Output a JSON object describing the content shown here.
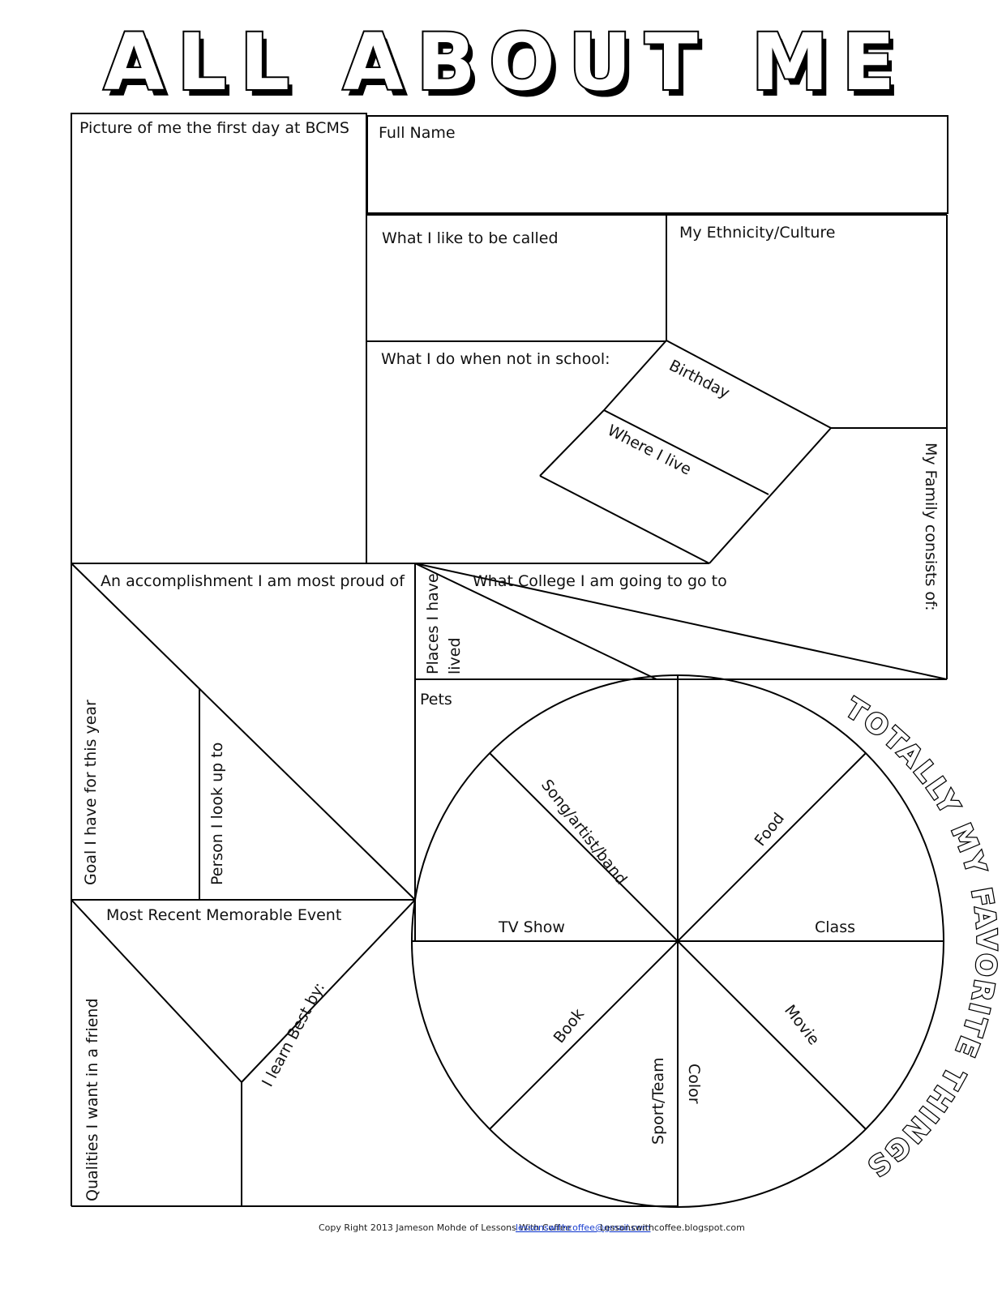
{
  "title": "ALL ABOUT ME",
  "sections": {
    "picture": "Picture of me the first day at BCMS",
    "full_name": "Full Name",
    "called": "What I like to be called",
    "ethnicity": "My Ethnicity/Culture",
    "not_in_school": "What I do when not in school:",
    "birthday": "Birthday",
    "where_live": "Where I live",
    "family": "My Family consists of:",
    "accomplishment": "An accomplishment I am most proud of",
    "college": "What College I am going to go to",
    "places_line1": "Places I have",
    "places_line2": "lived",
    "goal": "Goal I have for this year",
    "person": "Person I look up to",
    "pets": "Pets",
    "memorable": "Most Recent Memorable Event",
    "qualities": "Qualities I want in a friend",
    "learn": "I learn Best by:"
  },
  "favorites": {
    "heading": "TOTALLY MY FAVORITE THINGS",
    "song": "Song/artist/band",
    "food": "Food",
    "tv": "TV Show",
    "class": "Class",
    "book": "Book",
    "movie": "Movie",
    "sport": "Sport/Team",
    "color": "Color"
  },
  "footer": {
    "copyright": "Copy Right 2013 Jameson Mohde of Lessons With Coffee",
    "email": "lessonswithcoffee@gmail.com",
    "blog": "Lessonswithcoffee.blogspot.com"
  }
}
